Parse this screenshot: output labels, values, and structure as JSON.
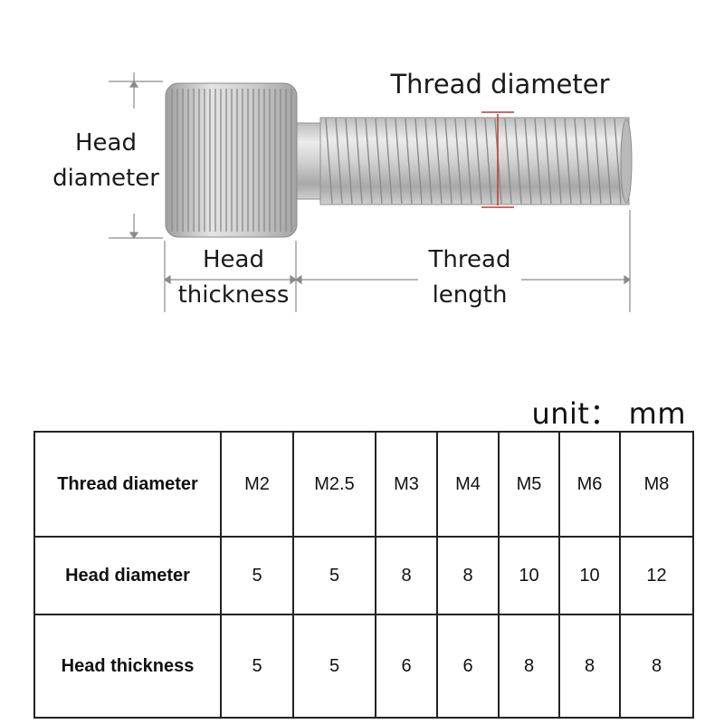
{
  "diagram": {
    "head_diameter_label": [
      "Head",
      "diameter"
    ],
    "thread_diameter_label": "Thread diameter",
    "head_thickness_label": [
      "Head",
      "thickness"
    ],
    "thread_length_label": [
      "Thread",
      "length"
    ]
  },
  "unit_label": "unit： mm",
  "table": {
    "rows": [
      {
        "header": "Thread diameter",
        "cells": [
          "M2",
          "M2.5",
          "M3",
          "M4",
          "M5",
          "M6",
          "M8"
        ]
      },
      {
        "header": "Head diameter",
        "cells": [
          "5",
          "5",
          "8",
          "8",
          "10",
          "10",
          "12"
        ]
      },
      {
        "header": "Head thickness",
        "cells": [
          "5",
          "5",
          "6",
          "6",
          "8",
          "8",
          "8"
        ]
      }
    ]
  },
  "colors": {
    "dimension_line": "#8a8a8a",
    "thread_marker": "#c0392b",
    "steel_light": "#e6e6e6",
    "steel_dark": "#9a9a9a"
  }
}
